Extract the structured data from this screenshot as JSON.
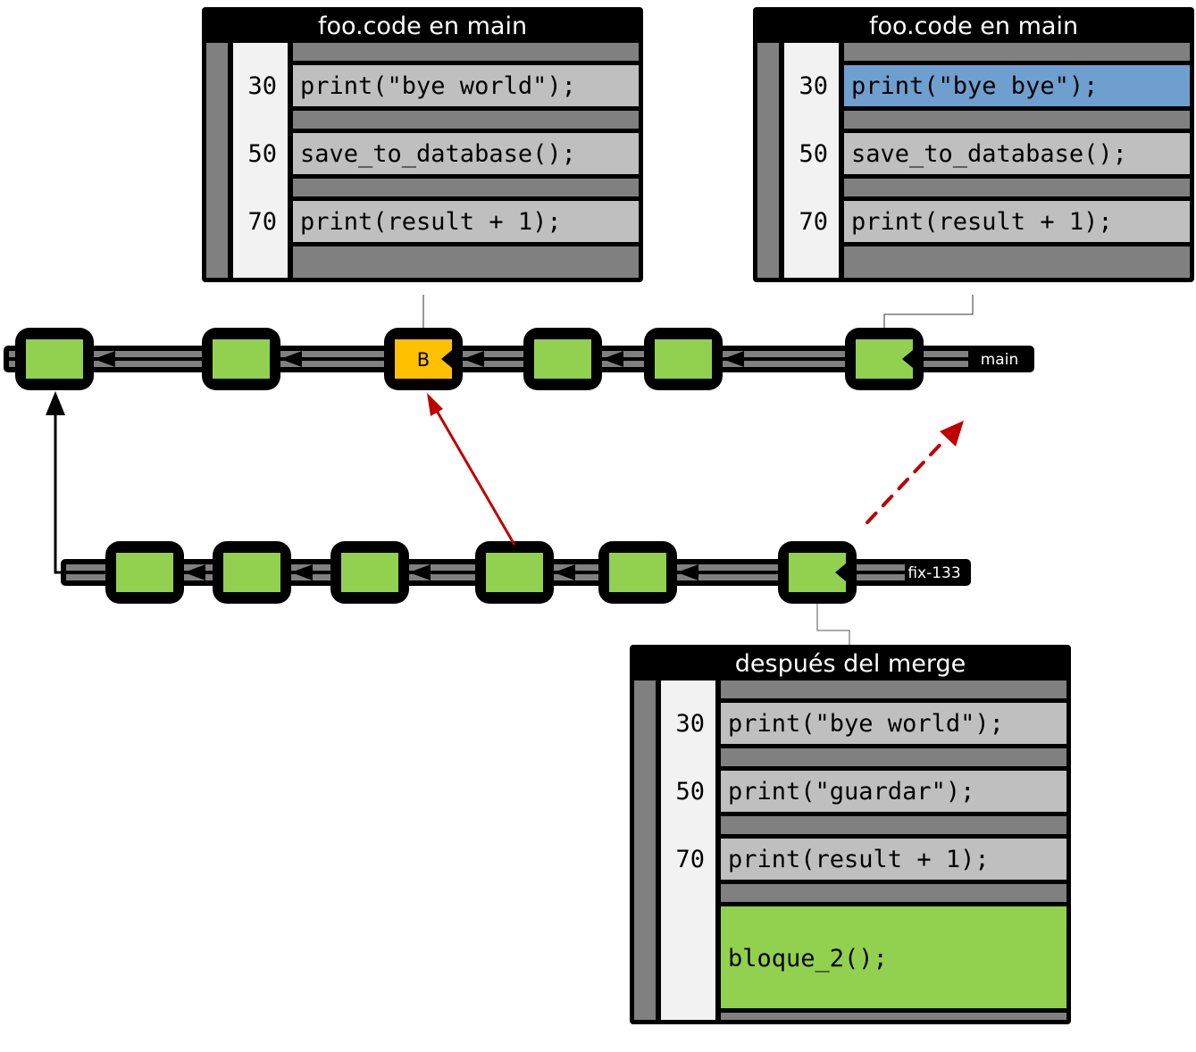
{
  "colors": {
    "commit_fill": "#92d050",
    "highlight_commit_fill": "#ffc000",
    "changed_line_fill": "#6f9fcf",
    "added_block_fill": "#92d050",
    "code_line_fill": "#bfbfbf",
    "gap_fill": "#808080",
    "gutter_fill": "#f2f2f2",
    "frame": "#000000",
    "arrow_red": "#c00000",
    "track_fill": "#808080"
  },
  "panels": [
    {
      "id": "main-left",
      "title": "foo.code en main",
      "lines": [
        {
          "number": "30",
          "code": "print(\"bye world\");",
          "state": "normal"
        },
        {
          "number": "50",
          "code": "save_to_database();",
          "state": "normal"
        },
        {
          "number": "70",
          "code": "print(result + 1);",
          "state": "normal"
        }
      ],
      "extra_block": null
    },
    {
      "id": "main-right",
      "title": "foo.code en main",
      "lines": [
        {
          "number": "30",
          "code": "print(\"bye bye\");",
          "state": "changed"
        },
        {
          "number": "50",
          "code": "save_to_database();",
          "state": "normal"
        },
        {
          "number": "70",
          "code": "print(result + 1);",
          "state": "normal"
        }
      ],
      "extra_block": null
    },
    {
      "id": "after-merge",
      "title": "después del merge",
      "lines": [
        {
          "number": "30",
          "code": "print(\"bye world\");",
          "state": "normal"
        },
        {
          "number": "50",
          "code": "print(\"guardar\");",
          "state": "normal"
        },
        {
          "number": "70",
          "code": "print(result + 1);",
          "state": "normal"
        }
      ],
      "extra_block": {
        "code": "bloque_2();",
        "state": "added"
      }
    }
  ],
  "branches": [
    {
      "name": "main",
      "commits": [
        {
          "label": "",
          "kind": "normal"
        },
        {
          "label": "",
          "kind": "normal"
        },
        {
          "label": "B",
          "kind": "merge-base"
        },
        {
          "label": "",
          "kind": "normal"
        },
        {
          "label": "",
          "kind": "normal"
        },
        {
          "label": "",
          "kind": "head"
        }
      ]
    },
    {
      "name": "fix-133",
      "commits": [
        {
          "label": "",
          "kind": "normal"
        },
        {
          "label": "",
          "kind": "normal"
        },
        {
          "label": "",
          "kind": "normal"
        },
        {
          "label": "",
          "kind": "normal"
        },
        {
          "label": "",
          "kind": "normal"
        },
        {
          "label": "",
          "kind": "head"
        }
      ]
    }
  ],
  "relations": [
    {
      "from": "fix-133 first commit",
      "to": "main first commit",
      "style": "solid-black",
      "meaning": "branch point"
    },
    {
      "from": "fix-133 commit 4",
      "to": "main commit B",
      "style": "solid-red",
      "meaning": "merge base"
    },
    {
      "from": "fix-133 head",
      "to": "main (pending merge)",
      "style": "dashed-red",
      "meaning": "merge into main"
    }
  ]
}
